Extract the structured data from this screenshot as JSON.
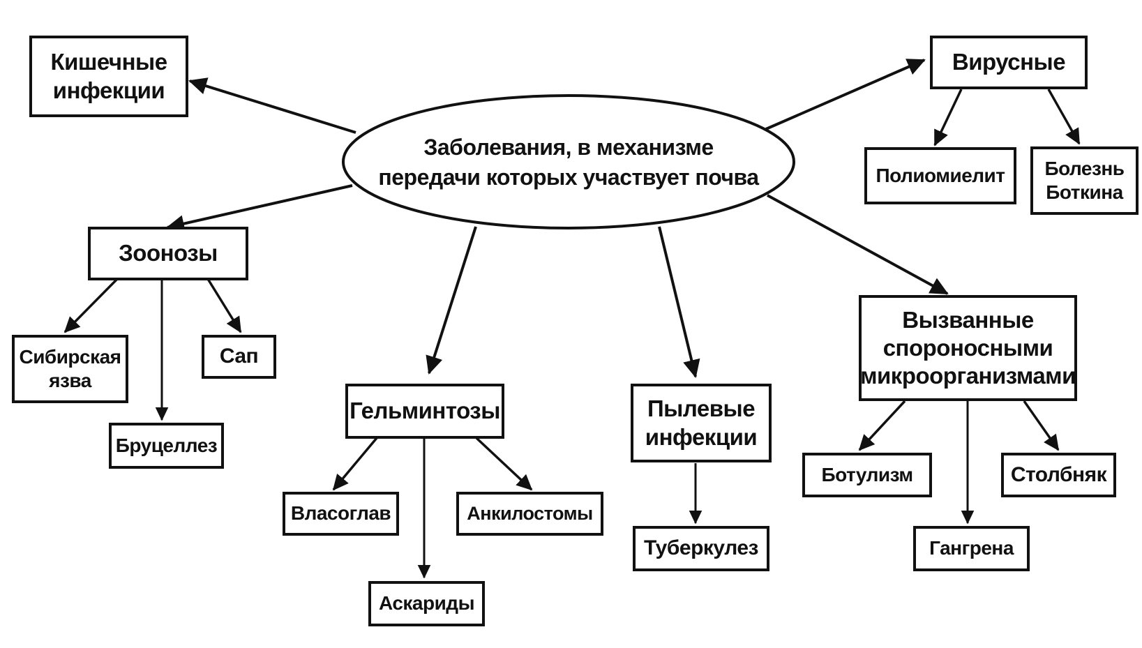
{
  "diagram": {
    "center": "Заболевания, в механизме\nпередачи которых участвует почва",
    "intestinal": "Кишечные\nинфекции",
    "viral": {
      "label": "Вирусные",
      "polio": "Полиомиелит",
      "botkin": "Болезнь\nБоткина"
    },
    "zoonoses": {
      "label": "Зоонозы",
      "anthrax": "Сибирская\nязва",
      "brucellosis": "Бруцеллез",
      "glanders": "Сап"
    },
    "helminths": {
      "label": "Гельминтозы",
      "whipworm": "Власоглав",
      "hookworm": "Анкилостомы",
      "ascarids": "Аскариды"
    },
    "dust": {
      "label": "Пылевые\nинфекции",
      "tuberculosis": "Туберкулез"
    },
    "sporeforming": {
      "label": "Вызванные\nспороносными\nмикроорганизмами",
      "botulism": "Ботулизм",
      "tetanus": "Столбняк",
      "gangrene": "Гангрена"
    }
  }
}
